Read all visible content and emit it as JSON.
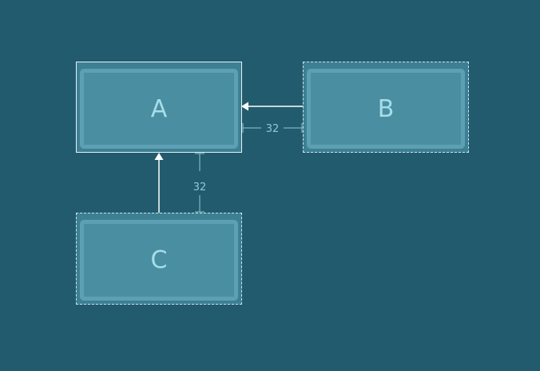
{
  "nodes": {
    "a": {
      "label": "A"
    },
    "b": {
      "label": "B"
    },
    "c": {
      "label": "C"
    }
  },
  "dimensions": {
    "horizontal_gap": "32",
    "vertical_gap": "32"
  },
  "colors": {
    "background": "#225b6d",
    "node_fill": "#4a8ea2",
    "node_border": "#5da0b4",
    "label": "#a6dde8",
    "connector": "#ffffff",
    "dimension": "#8cc8d6"
  }
}
